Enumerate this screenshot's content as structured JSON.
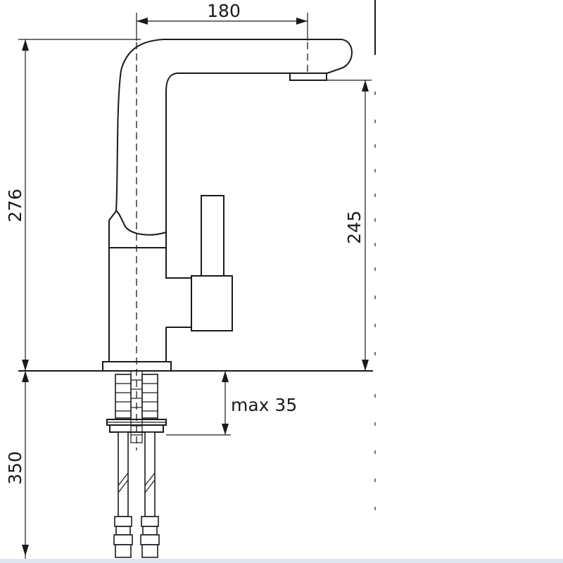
{
  "dimensions": {
    "spout_reach": "180",
    "total_height": "276",
    "spout_height": "245",
    "max_counter_thickness": "max 35",
    "hose_length": "350"
  },
  "colors": {
    "line": "#1a1a1a",
    "background": "#ffffff"
  }
}
